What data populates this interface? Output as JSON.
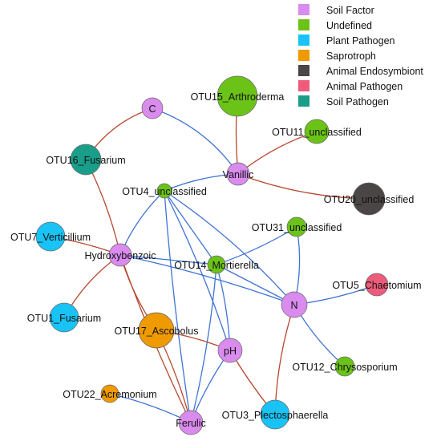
{
  "legend": [
    {
      "id": "soil-factor",
      "label": "Soil Factor",
      "color": "#DA8BEE"
    },
    {
      "id": "undefined",
      "label": "Undefined",
      "color": "#6CC317"
    },
    {
      "id": "plant-pathogen",
      "label": "Plant Pathogen",
      "color": "#19C3F5"
    },
    {
      "id": "saprotroph",
      "label": "Saprotroph",
      "color": "#EE9A00"
    },
    {
      "id": "animal-endosymbiont",
      "label": "Animal Endosymbiont",
      "color": "#4A4646"
    },
    {
      "id": "animal-pathogen",
      "label": "Animal Pathogen",
      "color": "#EE5C7C"
    },
    {
      "id": "soil-pathogen",
      "label": "Soil Pathogen",
      "color": "#1A9E8A"
    }
  ],
  "colors": {
    "positive_edge": "#3F73D2",
    "negative_edge": "#B5482E",
    "node_stroke": "#666666"
  },
  "nodes": [
    {
      "id": "C",
      "label": "C",
      "group": "soil-factor"
    },
    {
      "id": "OTU15",
      "label": "OTU15_Arthroderma",
      "group": "undefined"
    },
    {
      "id": "OTU11",
      "label": "OTU11_unclassified",
      "group": "undefined"
    },
    {
      "id": "OTU16",
      "label": "OTU16_Fusarium",
      "group": "soil-pathogen"
    },
    {
      "id": "Vanillic",
      "label": "Vanillic",
      "group": "soil-factor"
    },
    {
      "id": "OTU4",
      "label": "OTU4_unclassified",
      "group": "undefined"
    },
    {
      "id": "OTU20",
      "label": "OTU20_unclassified",
      "group": "animal-endosymbiont"
    },
    {
      "id": "OTU7",
      "label": "OTU7_Verticillium",
      "group": "plant-pathogen"
    },
    {
      "id": "OTU31",
      "label": "OTU31_unclassified",
      "group": "undefined"
    },
    {
      "id": "Hydroxybenzoic",
      "label": "Hydroxybenzoic",
      "group": "soil-factor"
    },
    {
      "id": "OTU14",
      "label": "OTU14_Mortierella",
      "group": "undefined"
    },
    {
      "id": "OTU5",
      "label": "OTU5_Chaetomium",
      "group": "animal-pathogen"
    },
    {
      "id": "N",
      "label": "N",
      "group": "soil-factor"
    },
    {
      "id": "OTU1",
      "label": "OTU1_Fusarium",
      "group": "plant-pathogen"
    },
    {
      "id": "OTU17",
      "label": "OTU17_Ascobolus",
      "group": "saprotroph"
    },
    {
      "id": "pH",
      "label": "pH",
      "group": "soil-factor"
    },
    {
      "id": "OTU12",
      "label": "OTU12_Chrysosporium",
      "group": "undefined"
    },
    {
      "id": "OTU22",
      "label": "OTU22_Acremonium",
      "group": "saprotroph"
    },
    {
      "id": "OTU3",
      "label": "OTU3_Plectosphaerella",
      "group": "plant-pathogen"
    },
    {
      "id": "Ferulic",
      "label": "Ferulic",
      "group": "soil-factor"
    }
  ],
  "edges": [
    {
      "source": "C",
      "target": "OTU16",
      "sign": "negative"
    },
    {
      "source": "C",
      "target": "Vanillic",
      "sign": "positive"
    },
    {
      "source": "OTU15",
      "target": "Vanillic",
      "sign": "negative"
    },
    {
      "source": "OTU11",
      "target": "Vanillic",
      "sign": "negative"
    },
    {
      "source": "Vanillic",
      "target": "OTU20",
      "sign": "negative"
    },
    {
      "source": "Vanillic",
      "target": "OTU4",
      "sign": "positive"
    },
    {
      "source": "OTU16",
      "target": "Hydroxybenzoic",
      "sign": "negative"
    },
    {
      "source": "OTU4",
      "target": "Hydroxybenzoic",
      "sign": "positive"
    },
    {
      "source": "OTU4",
      "target": "OTU14",
      "sign": "positive"
    },
    {
      "source": "OTU4",
      "target": "N",
      "sign": "positive"
    },
    {
      "source": "OTU4",
      "target": "pH",
      "sign": "positive"
    },
    {
      "source": "OTU4",
      "target": "Ferulic",
      "sign": "positive"
    },
    {
      "source": "OTU7",
      "target": "Hydroxybenzoic",
      "sign": "negative"
    },
    {
      "source": "Hydroxybenzoic",
      "target": "OTU1",
      "sign": "negative"
    },
    {
      "source": "Hydroxybenzoic",
      "target": "OTU14",
      "sign": "positive"
    },
    {
      "source": "Hydroxybenzoic",
      "target": "N",
      "sign": "positive"
    },
    {
      "source": "Hydroxybenzoic",
      "target": "OTU17",
      "sign": "negative"
    },
    {
      "source": "Hydroxybenzoic",
      "target": "Ferulic",
      "sign": "negative"
    },
    {
      "source": "OTU31",
      "target": "OTU14",
      "sign": "positive"
    },
    {
      "source": "OTU31",
      "target": "N",
      "sign": "positive"
    },
    {
      "source": "OTU14",
      "target": "N",
      "sign": "positive"
    },
    {
      "source": "OTU14",
      "target": "pH",
      "sign": "positive"
    },
    {
      "source": "OTU14",
      "target": "Ferulic",
      "sign": "positive"
    },
    {
      "source": "N",
      "target": "OTU5",
      "sign": "positive"
    },
    {
      "source": "N",
      "target": "OTU12",
      "sign": "positive"
    },
    {
      "source": "N",
      "target": "OTU3",
      "sign": "negative"
    },
    {
      "source": "OTU17",
      "target": "pH",
      "sign": "negative"
    },
    {
      "source": "OTU17",
      "target": "Ferulic",
      "sign": "negative"
    },
    {
      "source": "pH",
      "target": "OTU3",
      "sign": "negative"
    },
    {
      "source": "pH",
      "target": "Ferulic",
      "sign": "positive"
    },
    {
      "source": "OTU22",
      "target": "Ferulic",
      "sign": "positive"
    }
  ]
}
